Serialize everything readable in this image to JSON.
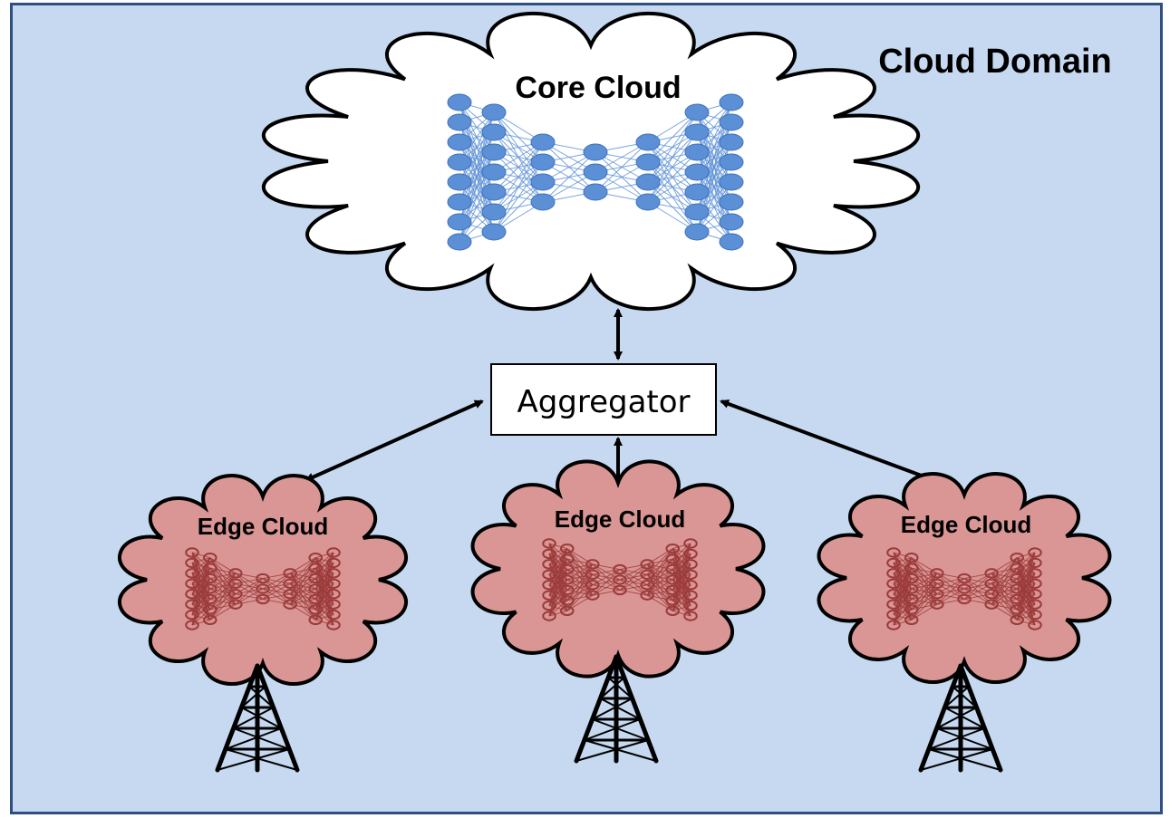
{
  "domain_label": "Cloud Domain",
  "core": {
    "label": "Core Cloud"
  },
  "aggregator": {
    "label": "Aggregator"
  },
  "edges": [
    {
      "label": "Edge Cloud"
    },
    {
      "label": "Edge Cloud"
    },
    {
      "label": "Edge Cloud"
    }
  ],
  "colors": {
    "background": "#c6d9f0",
    "border": "#2f4f7f",
    "core_fill": "#ffffff",
    "core_net": "#5b8fd6",
    "edge_fill": "#d99694",
    "edge_net": "#9b3a3a",
    "outline": "#000000"
  }
}
